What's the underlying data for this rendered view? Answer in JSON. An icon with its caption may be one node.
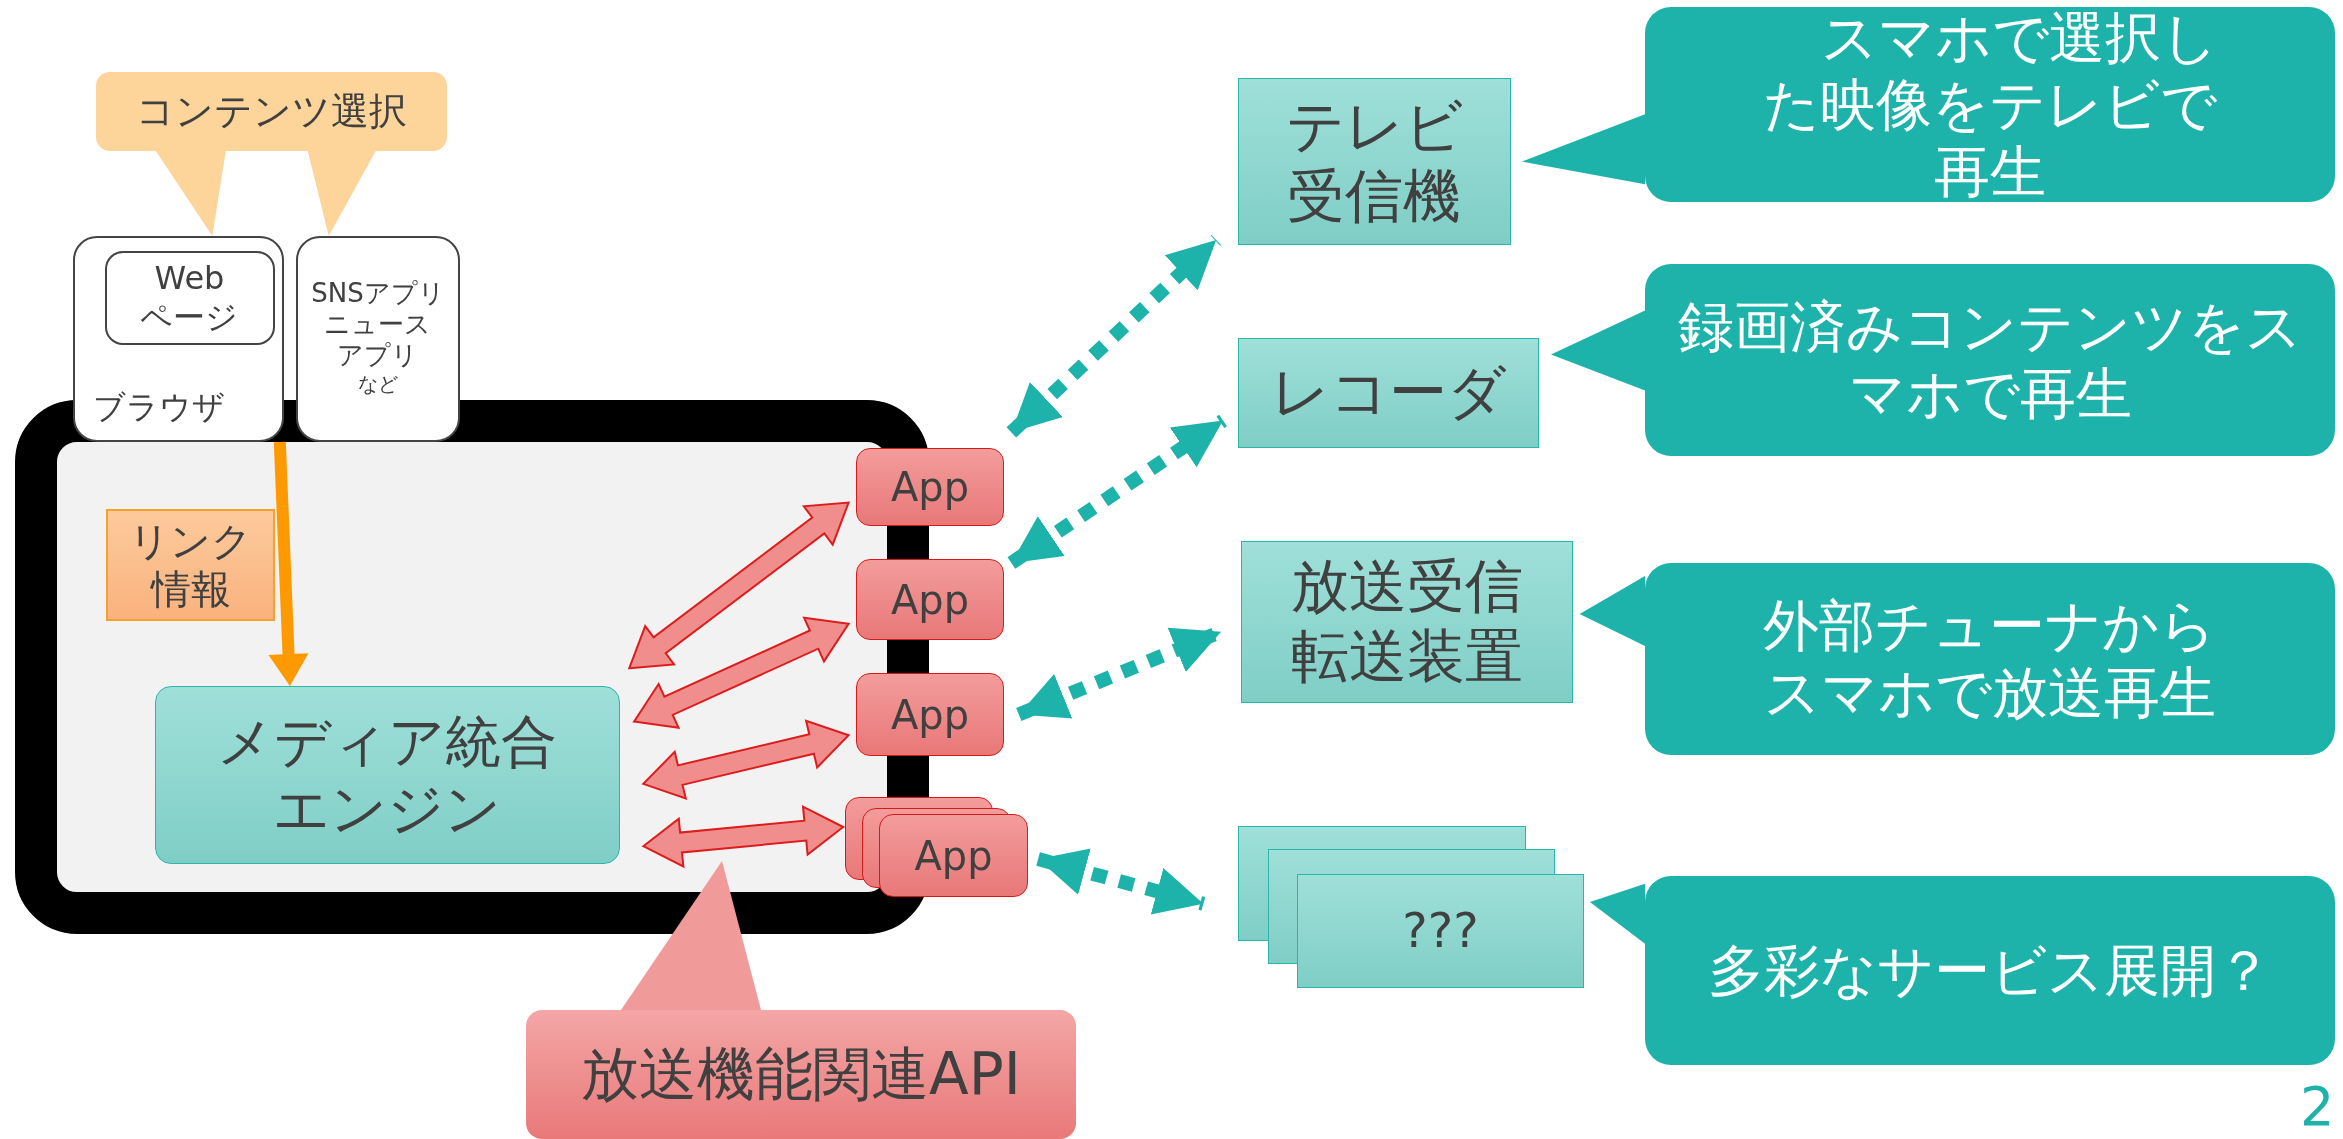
{
  "diagram": {
    "nodes": [
      {
        "text": [
          "コンテンツ選択"
        ]
      },
      {
        "text": [
          "ブラウザ"
        ]
      },
      {
        "text": [
          "Web ページ"
        ],
        "in": 1
      },
      {
        "text": [
          "SNSアプリ",
          "ニュースアプリ",
          "など"
        ]
      },
      {
        "text": [],
        "shape": "box"
      },
      {
        "text": [
          "リンク情報"
        ],
        "in": 4
      },
      {
        "text": [
          "メディア統合エンジン"
        ],
        "in": 4
      },
      {
        "text": [
          "App"
        ]
      },
      {
        "text": [
          "App"
        ]
      },
      {
        "text": [
          "App"
        ]
      },
      {
        "text": [
          "App"
        ]
      },
      {
        "text": [
          "テレビ受信機"
        ]
      },
      {
        "text": [
          "レコーダ"
        ]
      },
      {
        "text": [
          "放送受信転送装置"
        ]
      },
      {
        "text": [
          "???"
        ]
      },
      {
        "text": [
          "スマホで選択した映像をテレビで再生"
        ]
      },
      {
        "text": [
          "録画済みコンテンツをスマホで再生"
        ]
      },
      {
        "text": [
          "外部チューナからスマホで放送再生"
        ]
      },
      {
        "text": [
          "多彩なサービス展開？"
        ]
      },
      {
        "text": [
          "放送機能関連API"
        ]
      }
    ],
    "edges": [
      {
        "from": 0,
        "to": 1,
        "arrow": "to",
        "color": "#fdd59a"
      },
      {
        "from": 0,
        "to": 3,
        "arrow": "to",
        "color": "#fdd59a"
      },
      {
        "from": 1,
        "to": 6,
        "arrow": "to",
        "style": "thick",
        "color": "#ff9900"
      },
      {
        "from": 6,
        "to": 7,
        "arrow": "both",
        "style": "thick",
        "color": "#f08e8e"
      },
      {
        "from": 6,
        "to": 8,
        "arrow": "both",
        "style": "thick",
        "color": "#f08e8e"
      },
      {
        "from": 6,
        "to": 9,
        "arrow": "both",
        "style": "thick",
        "color": "#f08e8e"
      },
      {
        "from": 6,
        "to": 10,
        "arrow": "both",
        "style": "thick",
        "color": "#f08e8e"
      },
      {
        "from": 7,
        "to": 11,
        "arrow": "both",
        "style": "dashed",
        "color": "#1db3aa"
      },
      {
        "from": 8,
        "to": 12,
        "arrow": "both",
        "style": "dashed",
        "color": "#1db3aa"
      },
      {
        "from": 9,
        "to": 13,
        "arrow": "both",
        "style": "dashed",
        "color": "#1db3aa"
      },
      {
        "from": 10,
        "to": 14,
        "arrow": "both",
        "style": "dashed",
        "color": "#1db3aa"
      },
      {
        "from": 15,
        "to": 11,
        "arrow": "to",
        "color": "#1db3aa"
      },
      {
        "from": 16,
        "to": 12,
        "arrow": "to",
        "color": "#1db3aa"
      },
      {
        "from": 17,
        "to": 13,
        "arrow": "to",
        "color": "#1db3aa"
      },
      {
        "from": 18,
        "to": 14,
        "arrow": "to",
        "color": "#1db3aa"
      },
      {
        "from": 19,
        "to": null,
        "arrow": "to",
        "color": "#f09a9a"
      }
    ],
    "labels": [
      "2"
    ]
  }
}
